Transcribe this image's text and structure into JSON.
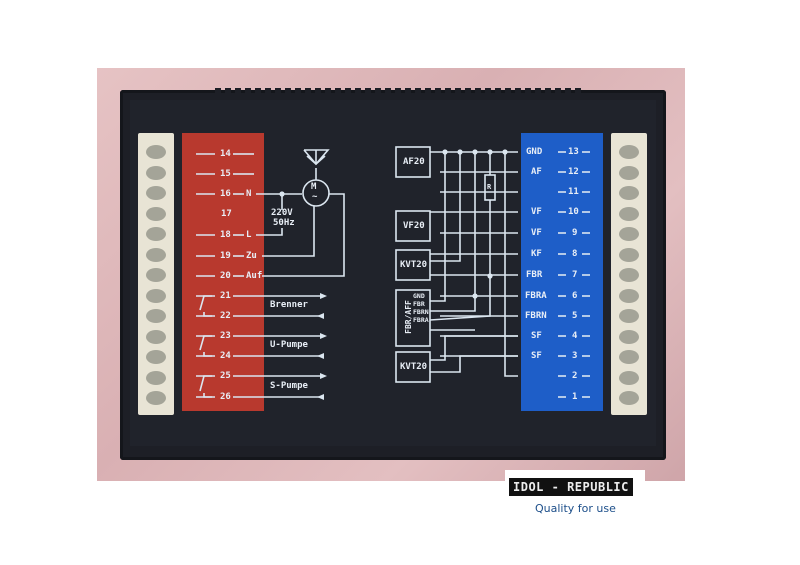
{
  "photo": {
    "subject": "heating controller module back plate",
    "colors": {
      "background": "#e0bcbe",
      "housing": "#1d1f26",
      "red_panel": "#b8392e",
      "blue_panel": "#1e5ec8",
      "terminal": "#e8e4d5",
      "line": "#dbe6f0"
    }
  },
  "left_panel": {
    "rows": [
      {
        "num": "14",
        "suffix": ""
      },
      {
        "num": "15",
        "suffix": ""
      },
      {
        "num": "16",
        "suffix": "N"
      },
      {
        "num": "17",
        "suffix": ""
      },
      {
        "num": "18",
        "suffix": "L"
      },
      {
        "num": "19",
        "suffix": "Zu"
      },
      {
        "num": "20",
        "suffix": "Auf"
      },
      {
        "num": "21",
        "suffix": ""
      },
      {
        "num": "22",
        "suffix": ""
      },
      {
        "num": "23",
        "suffix": ""
      },
      {
        "num": "24",
        "suffix": ""
      },
      {
        "num": "25",
        "suffix": ""
      },
      {
        "num": "26",
        "suffix": ""
      }
    ],
    "outputs": [
      "Brenner",
      "U-Pumpe",
      "S-Pumpe"
    ],
    "supply": {
      "voltage": "220V",
      "freq": "50Hz"
    },
    "motor_label": "M",
    "motor_ac": "~"
  },
  "center": {
    "boxes": [
      "AF20",
      "VF20",
      "KVT20",
      "FBR/AFF",
      "KVT20"
    ],
    "fbr_pins": [
      "GND",
      "FBR",
      "FBRN",
      "FBRA"
    ],
    "resistor": "R"
  },
  "right_panel": {
    "rows": [
      {
        "name": "GND",
        "num": "13"
      },
      {
        "name": "AF",
        "num": "12"
      },
      {
        "name": "",
        "num": "11"
      },
      {
        "name": "VF",
        "num": "10"
      },
      {
        "name": "VF",
        "num": "9"
      },
      {
        "name": "KF",
        "num": "8"
      },
      {
        "name": "FBR",
        "num": "7"
      },
      {
        "name": "FBRA",
        "num": "6"
      },
      {
        "name": "FBRN",
        "num": "5"
      },
      {
        "name": "SF",
        "num": "4"
      },
      {
        "name": "SF",
        "num": "3"
      },
      {
        "name": "",
        "num": "2"
      },
      {
        "name": "",
        "num": "1"
      }
    ]
  },
  "watermark": {
    "brand": "IDOL - REPUBLIC",
    "tagline": "Quality for use"
  }
}
